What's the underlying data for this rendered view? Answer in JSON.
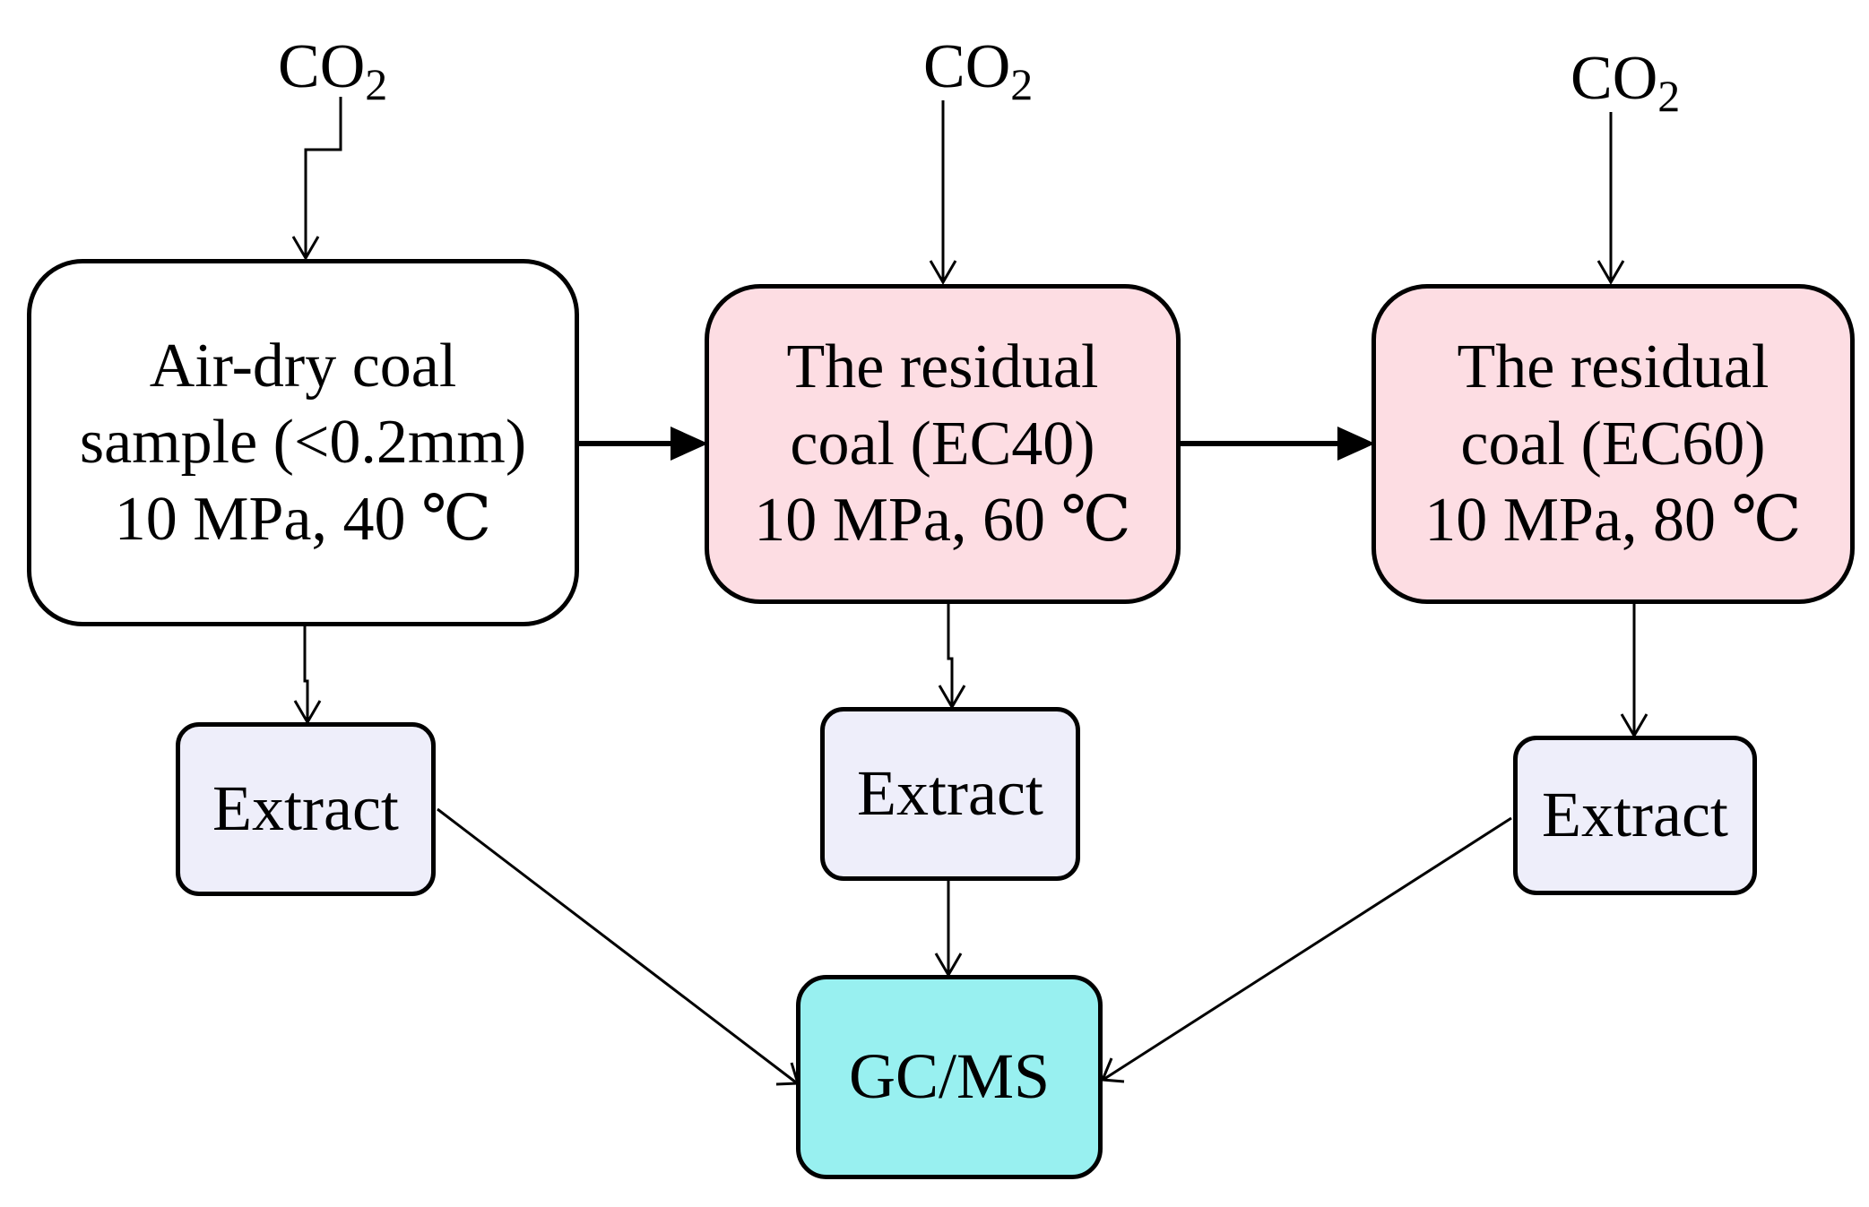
{
  "colors": {
    "stroke": "#000000",
    "raw_fill": "#ffffff",
    "residual_fill": "#fddde3",
    "extract_fill": "#eeeefa",
    "analysis_fill": "#98f0f0"
  },
  "inputs": [
    {
      "id": "co2-1",
      "base": "CO",
      "sub": "2"
    },
    {
      "id": "co2-2",
      "base": "CO",
      "sub": "2"
    },
    {
      "id": "co2-3",
      "base": "CO",
      "sub": "2"
    }
  ],
  "nodes": {
    "raw": {
      "lines": [
        "Air-dry coal",
        "sample (<0.2mm)",
        "10 MPa, 40 ℃"
      ]
    },
    "ec40": {
      "lines": [
        "The residual",
        "coal (EC40)",
        "10 MPa, 60 ℃"
      ]
    },
    "ec60": {
      "lines": [
        "The residual",
        "coal (EC60)",
        "10 MPa, 80 ℃"
      ]
    },
    "extracts": [
      "Extract",
      "Extract",
      "Extract"
    ],
    "analysis": {
      "label": "GC/MS"
    }
  },
  "edges": [
    {
      "from": "co2-1",
      "to": "raw"
    },
    {
      "from": "co2-2",
      "to": "ec40"
    },
    {
      "from": "co2-3",
      "to": "ec60"
    },
    {
      "from": "raw",
      "to": "ec40"
    },
    {
      "from": "ec40",
      "to": "ec60"
    },
    {
      "from": "raw",
      "to": "extract-1"
    },
    {
      "from": "ec40",
      "to": "extract-2"
    },
    {
      "from": "ec60",
      "to": "extract-3"
    },
    {
      "from": "extract-1",
      "to": "gcms"
    },
    {
      "from": "extract-2",
      "to": "gcms"
    },
    {
      "from": "extract-3",
      "to": "gcms"
    }
  ]
}
